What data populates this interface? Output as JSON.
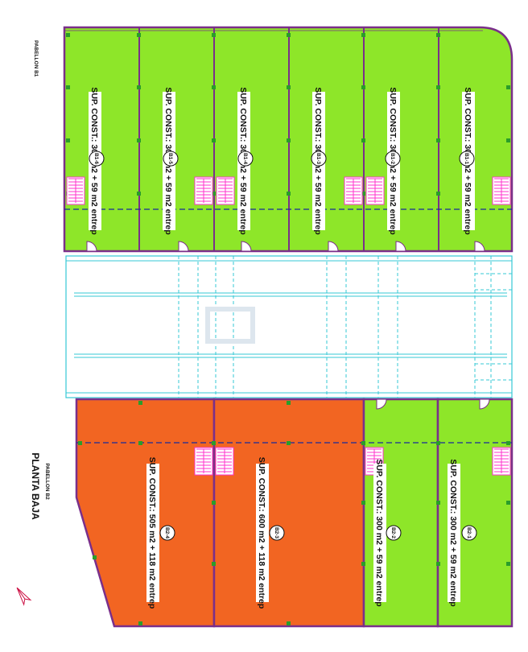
{
  "labels": {
    "pabellon_b1": "PABELLON B1",
    "pabellon_b2": "PABELLON B2",
    "planta_baja": "PLANTA BAJA"
  },
  "colors": {
    "green": "#8ee629",
    "orange": "#f26522",
    "wall": "#7a2f8a",
    "cyan": "#35c9d6",
    "stair": "#ff33cc",
    "dash": "#1a2a9a",
    "post": "#2a9d2a"
  },
  "units": [
    {
      "id": "B1-1",
      "sup": "SUP. CONST.: 300 m2 + 59 m2 entrep"
    },
    {
      "id": "B1-2",
      "sup": "SUP. CONST.: 300 m2 + 59 m2 entrep"
    },
    {
      "id": "B1-3",
      "sup": "SUP. CONST.: 300 m2 + 59 m2 entrep"
    },
    {
      "id": "B1-4",
      "sup": "SUP. CONST.: 300 m2 + 59 m2 entrep"
    },
    {
      "id": "B1-5",
      "sup": "SUP. CONST.: 300 m2 + 59 m2 entrep"
    },
    {
      "id": "B1-6",
      "sup": "SUP. CONST.: 300 m2 + 59 m2 entrep"
    },
    {
      "id": "B2-1",
      "sup": "SUP. CONST.: 300 m2 + 59 m2 entrep"
    },
    {
      "id": "B2-2",
      "sup": "SUP. CONST.: 300 m2 + 59 m2 entrep"
    },
    {
      "id": "B2-3",
      "sup": "SUP. CONST.: 600 m2 + 118 m2 entrep"
    },
    {
      "id": "B2-4",
      "sup": "SUP. CONST.: 505 m2 + 118 m2 entrep"
    }
  ]
}
